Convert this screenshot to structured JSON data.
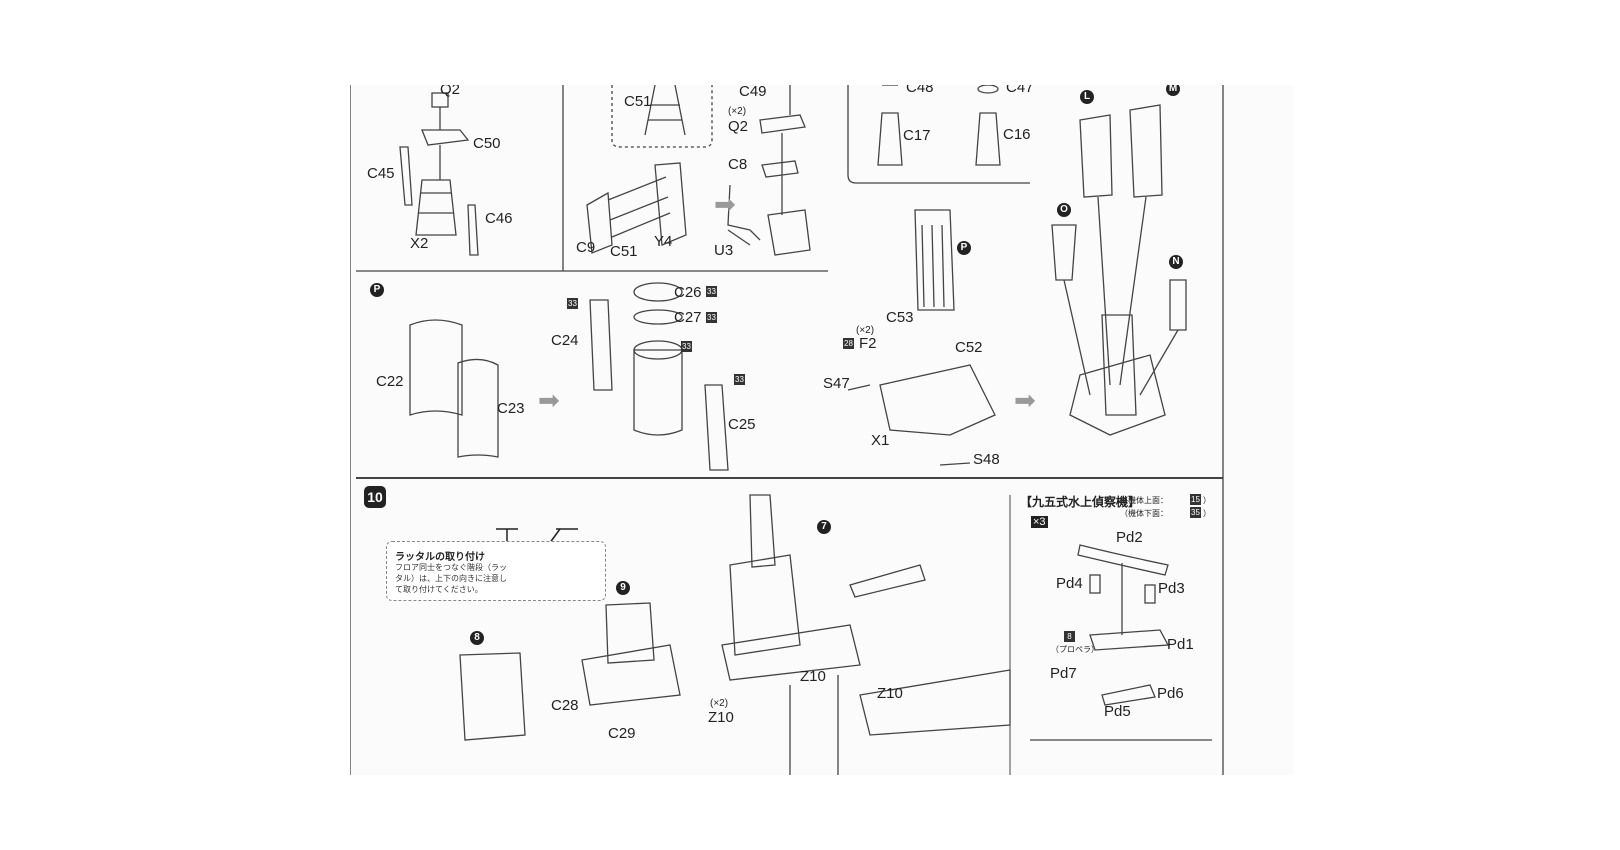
{
  "top_left": {
    "labels": [
      "Q2",
      "C50",
      "C45",
      "C46",
      "X2"
    ]
  },
  "top_mid": {
    "labels": [
      "C51",
      "C9",
      "C51",
      "Y4",
      "C49",
      "(×2)",
      "Q2",
      "C8",
      "U3"
    ]
  },
  "top_right_box": {
    "labels": [
      "C48",
      "C47",
      "C17",
      "C16"
    ]
  },
  "step_P": {
    "badge": "P",
    "labels": [
      "C26",
      "C27",
      "C24",
      "C22",
      "C23",
      "C25"
    ],
    "paint_codes": [
      "33",
      "33",
      "33",
      "33",
      "33"
    ]
  },
  "step_P_base": {
    "badge": "P",
    "labels": [
      "C53",
      "(×2)",
      "F2",
      "C52",
      "S47",
      "X1",
      "S48"
    ],
    "paint_code": "28"
  },
  "mast_assembly": {
    "badges": [
      "L",
      "M",
      "O",
      "N"
    ]
  },
  "step_10": {
    "number": "10",
    "note_title": "ラッタルの取り付け",
    "note_body": "フロア同士をつなぐ階段（ラッタル）は、上下の向きに注意して取り付けてください。",
    "badges": [
      "8",
      "9",
      "7"
    ],
    "labels": [
      "C28",
      "C29",
      "Z10",
      "Z10",
      "(×2)",
      "Z10"
    ]
  },
  "floatplane": {
    "title": "【九五式水上偵察機】",
    "upper_note": "（機体上面：",
    "upper_code": "15",
    "lower_note": "（機体下面：",
    "lower_code": "35",
    "close": "）",
    "quantity": "×3",
    "labels": [
      "Pd2",
      "Pd4",
      "Pd3",
      "Pd1",
      "Pd7",
      "Pd6",
      "Pd5"
    ],
    "propeller_code": "8",
    "propeller_label": "（プロペラ）"
  }
}
